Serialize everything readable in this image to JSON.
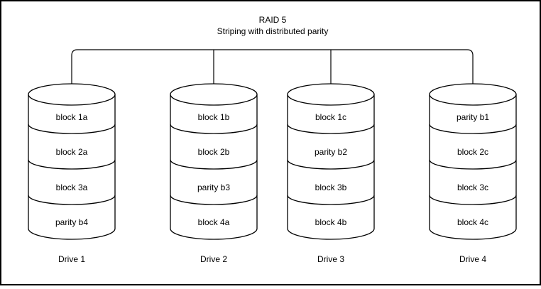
{
  "diagram": {
    "title_line1": "RAID 5",
    "title_line2": "Striping with distributed parity",
    "drives": [
      {
        "name": "Drive 1",
        "segments": [
          "block 1a",
          "block 2a",
          "block 3a",
          "parity b4"
        ]
      },
      {
        "name": "Drive 2",
        "segments": [
          "block 1b",
          "block 2b",
          "parity b3",
          "block 4a"
        ]
      },
      {
        "name": "Drive 3",
        "segments": [
          "block 1c",
          "parity b2",
          "block 3b",
          "block 4b"
        ]
      },
      {
        "name": "Drive 4",
        "segments": [
          "parity b1",
          "block 2c",
          "block 3c",
          "block 4c"
        ]
      }
    ],
    "colors": {
      "line": "#000000",
      "background": "#ffffff",
      "text": "#000000"
    }
  }
}
